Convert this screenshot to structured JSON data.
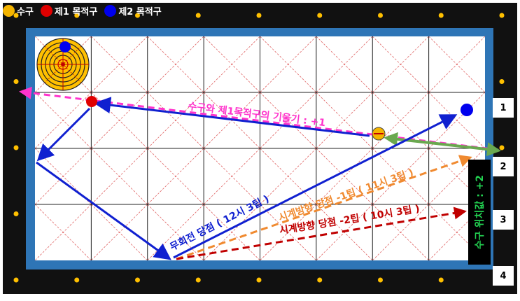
{
  "legend": {
    "cue_ball": "수구",
    "first_object_ball": "제1 목적구",
    "second_object_ball": "제2 목적구"
  },
  "colors": {
    "frame": "#111111",
    "cushion": "#2e75b6",
    "cloth": "#ffffff",
    "cue_ball": "#f4b400",
    "first_object_ball": "#e00000",
    "second_object_ball": "#0000ee",
    "diamond": "#ffc000",
    "slope_line": "#ff33cc",
    "no_spin_path": "#1020d0",
    "minus_one_tip": "#f08a30",
    "minus_two_tip": "#c00000",
    "position_line": "#6aa84f",
    "position_label_text": "#22d050"
  },
  "annotations": {
    "slope": "수구와 제1목적구의 기울기 : +1",
    "no_spin": "무회전 당점 ( 12시 3팁 )",
    "minus_one": "시계방향 당점 -1팁 ( 11시 3팁 )",
    "minus_two": "시계방향 당점 -2팁 ( 10시 3팁 )"
  },
  "position_label": "수구 위치값 : +2",
  "side_numbers": [
    "1",
    "2",
    "3",
    "4"
  ]
}
